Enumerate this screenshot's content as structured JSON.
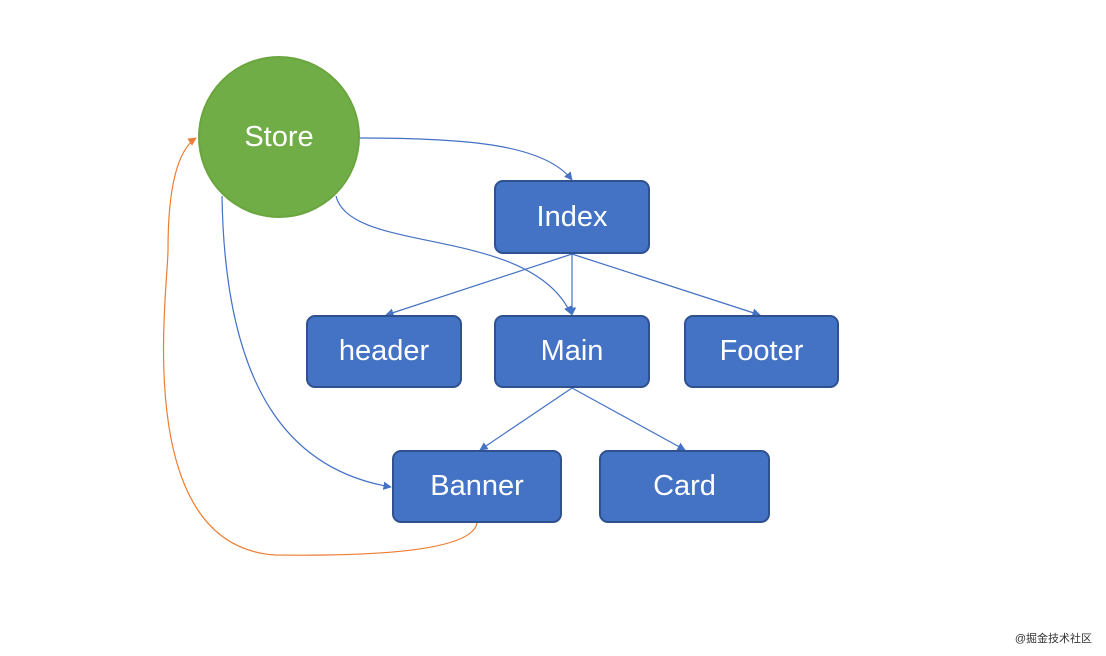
{
  "nodes": {
    "store": "Store",
    "index": "Index",
    "header": "header",
    "main": "Main",
    "footer": "Footer",
    "banner": "Banner",
    "card": "Card"
  },
  "watermark": "@掘金技术社区",
  "colors": {
    "box_fill": "#4472c4",
    "box_border": "#2f528f",
    "store_fill": "#70ad47",
    "edge": "#4472c4",
    "feedback_edge": "#ed7d31"
  },
  "edges": [
    {
      "from": "Store",
      "to": "Index"
    },
    {
      "from": "Store",
      "to": "Main"
    },
    {
      "from": "Store",
      "to": "Banner"
    },
    {
      "from": "Index",
      "to": "header"
    },
    {
      "from": "Index",
      "to": "Main"
    },
    {
      "from": "Index",
      "to": "Footer"
    },
    {
      "from": "Main",
      "to": "Banner"
    },
    {
      "from": "Main",
      "to": "Card"
    },
    {
      "from": "Banner",
      "to": "Store"
    }
  ]
}
